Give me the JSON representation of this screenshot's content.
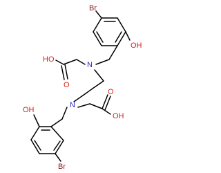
{
  "colors": {
    "bond": "#000000",
    "nitrogen": "#2828c8",
    "oxygen": "#dc1e1e",
    "bromine": "#8b1a1a"
  },
  "molecule": {
    "atoms": {
      "br_top": "Br",
      "oh_top": "OH",
      "n_top": "N",
      "n_bottom": "N",
      "cooh_top_o": "O",
      "cooh_top_oh": "HO",
      "cooh_bottom_o": "O",
      "cooh_bottom_oh": "OH",
      "oh_bottom": "OH",
      "br_bottom": "Br"
    }
  }
}
